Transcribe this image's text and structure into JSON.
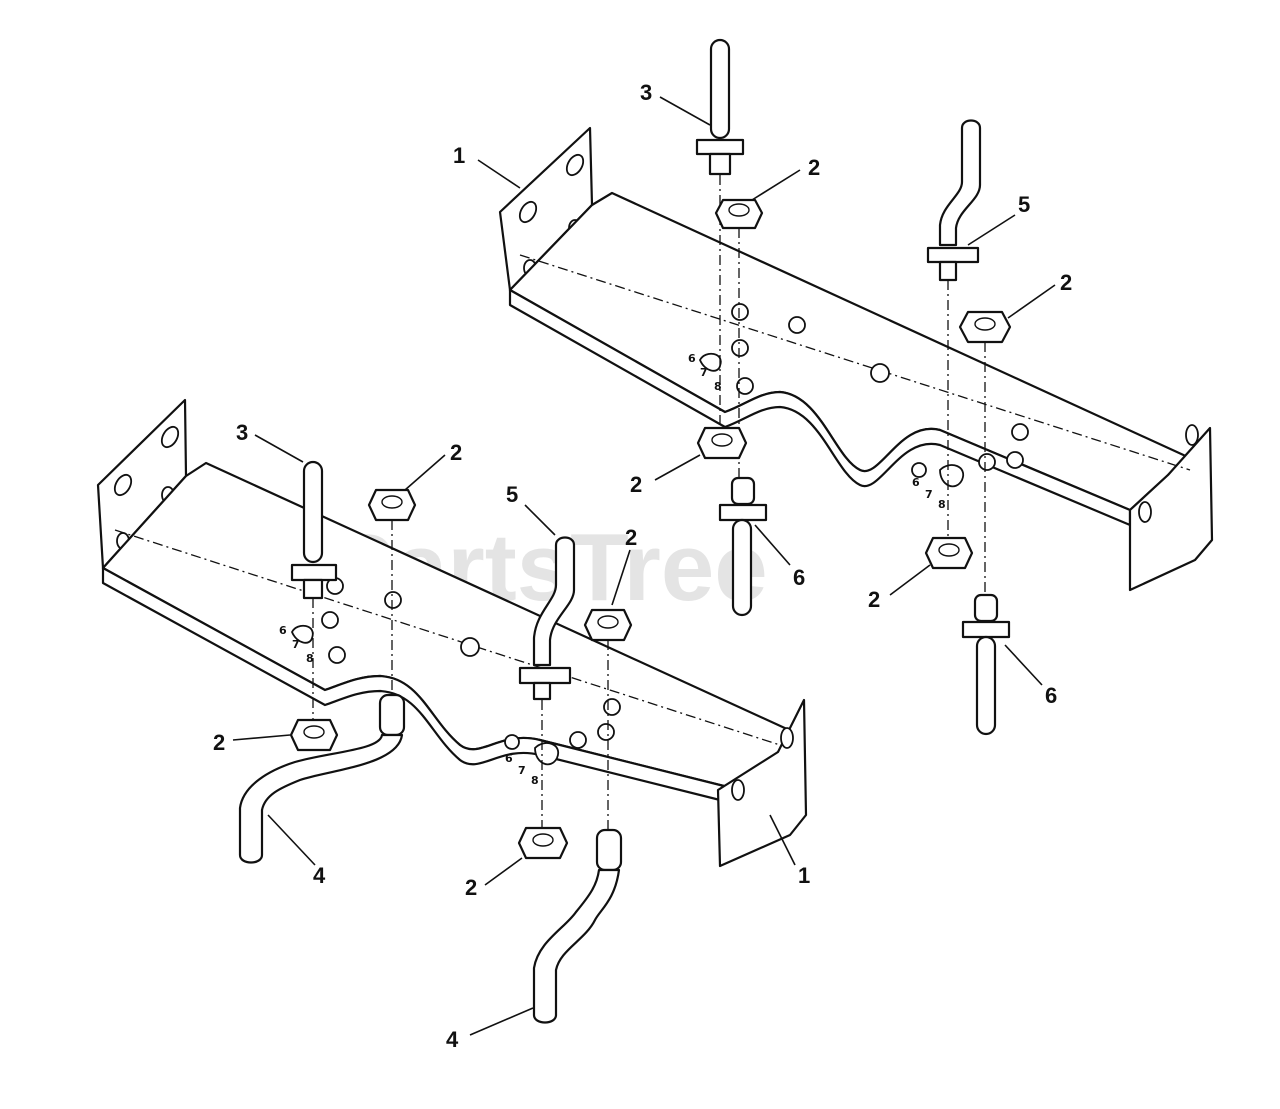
{
  "watermark": "PartsTree",
  "callouts": {
    "upper_bracket": "1",
    "upper_nut_a": "2",
    "upper_rod_3": "3",
    "upper_nut_b": "2",
    "upper_rod_5": "5",
    "upper_nut_c": "2",
    "upper_nut_d": "2",
    "upper_rod_6a": "6",
    "upper_rod_6b": "6",
    "lower_rod_3": "3",
    "lower_nut_a": "2",
    "lower_rod_5": "5",
    "lower_nut_b": "2",
    "lower_nut_c": "2",
    "lower_rod_4a": "4",
    "lower_bracket": "1",
    "lower_nut_d": "2",
    "lower_rod_4b": "4"
  },
  "slot_numbers": {
    "upper_left": [
      "6",
      "7",
      "8"
    ],
    "upper_right": [
      "6",
      "7",
      "8"
    ],
    "lower_left": [
      "6",
      "7",
      "8"
    ],
    "lower_right": [
      "6",
      "7",
      "8"
    ]
  }
}
